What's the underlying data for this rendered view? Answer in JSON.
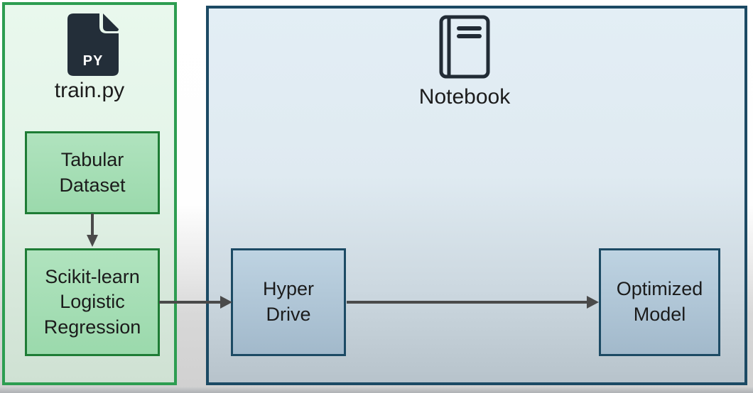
{
  "diagram": {
    "script_group": {
      "title": "train.py",
      "icon_label": "PY",
      "nodes": {
        "tabular_dataset": "Tabular\nDataset",
        "scikit_model": "Scikit-learn\nLogistic\nRegression"
      }
    },
    "notebook_group": {
      "title": "Notebook",
      "nodes": {
        "hyperdrive": "Hyper\nDrive",
        "optimized_model": "Optimized\nModel"
      }
    },
    "edges": [
      {
        "from": "tabular_dataset",
        "to": "scikit_model"
      },
      {
        "from": "scikit_model",
        "to": "hyperdrive"
      },
      {
        "from": "hyperdrive",
        "to": "optimized_model"
      }
    ],
    "colors": {
      "group_green_border": "#2d9d51",
      "group_green_fill_top": "#e9f8ed",
      "group_green_fill_bottom": "#cfe1d3",
      "group_blue_border": "#1c4a64",
      "group_blue_fill_top": "#e3eef5",
      "group_blue_fill_bottom": "#b7c3cb",
      "node_green_fill": "#a5deb4",
      "node_green_border": "#1e7c35",
      "node_blue_fill": "#b3c9da",
      "node_blue_border": "#1c4a64",
      "arrow": "#4a4a4a",
      "file_icon_fill": "#232e39",
      "notebook_icon_stroke": "#212b35",
      "text": "#1b1b1b"
    }
  }
}
